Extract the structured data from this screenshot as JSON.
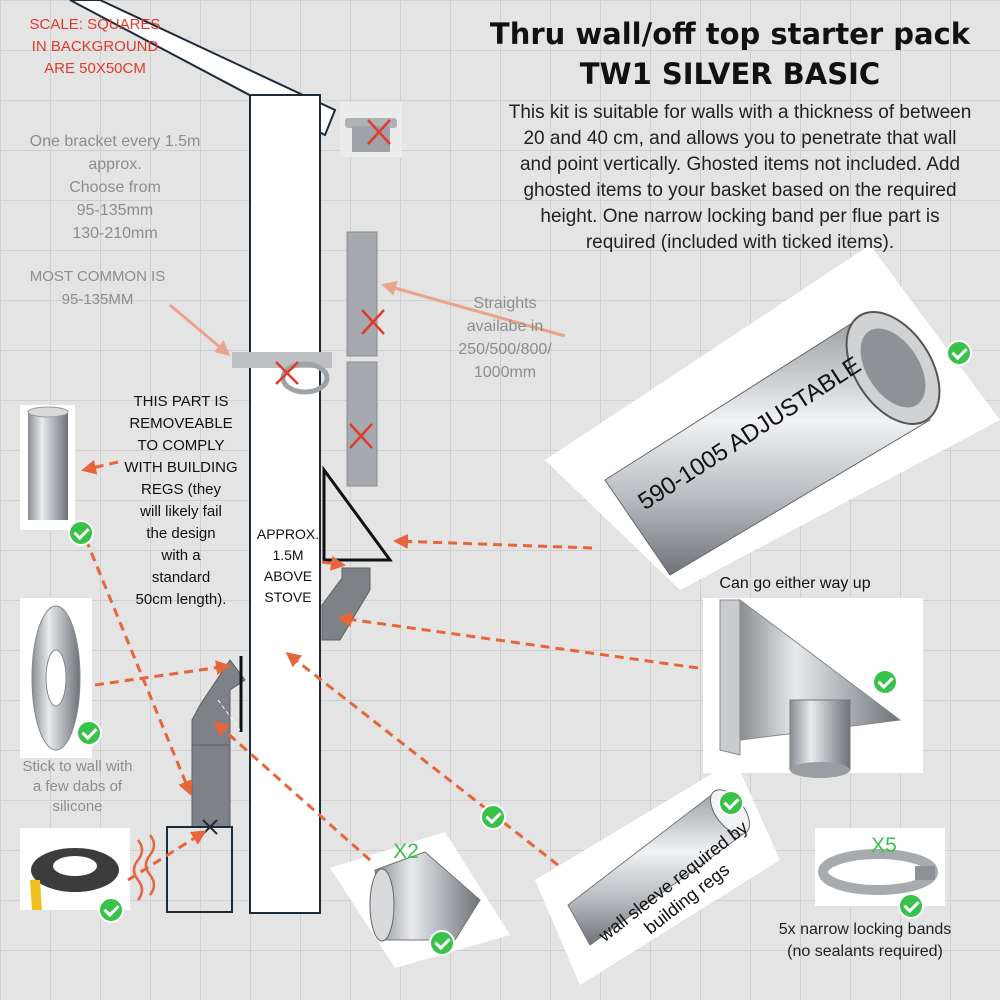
{
  "title": {
    "line1": "Thru wall/off top starter pack",
    "line2": "TW1 SILVER BASIC"
  },
  "description": "This kit is suitable for walls with a thickness of between 20 and 40 cm, and allows you to penetrate that wall and point vertically. Ghosted items not included. Add ghosted items to your basket based on the required height. One narrow locking band per flue part is required (included with ticked items).",
  "scale_note": [
    "SCALE: SQUARES",
    "IN BACKGROUND",
    "ARE 50X50CM"
  ],
  "bracket_note": [
    "One bracket every 1.5m",
    "approx.",
    "Choose from",
    "95-135mm",
    "130-210mm"
  ],
  "common_note": [
    "MOST COMMON IS",
    "95-135MM"
  ],
  "straights_note": [
    "Straights",
    "availabe in",
    "250/500/800/",
    "1000mm"
  ],
  "removable_note": [
    "THIS PART IS",
    "REMOVEABLE",
    "TO COMPLY",
    "WITH BUILDING",
    "REGS (they",
    "will likely fail",
    "the design",
    "with a",
    "standard",
    "50cm length)."
  ],
  "approx_note": [
    "APPROX.",
    "1.5M",
    "ABOVE",
    "STOVE"
  ],
  "stick_note": [
    "Stick to wall with",
    "a few dabs of",
    "silicone"
  ],
  "adjustable_label": "590-1005 ADJUSTABLE",
  "either_way": "Can go either way up",
  "elbow_qty": "X2",
  "sleeve_label": [
    "wall sleeve required by",
    "building regs"
  ],
  "bands_qty": "X5",
  "bands_note": [
    "5x narrow locking bands",
    "(no sealants required)"
  ],
  "colors": {
    "accent_arrow": "#e8643a",
    "check_green": "#39c24a",
    "cross_red": "#e03a2a",
    "scale_text": "#e03a2a",
    "background": "#e4e4e4"
  },
  "icons": [
    "check-icon",
    "cross-icon",
    "flame-icon"
  ]
}
